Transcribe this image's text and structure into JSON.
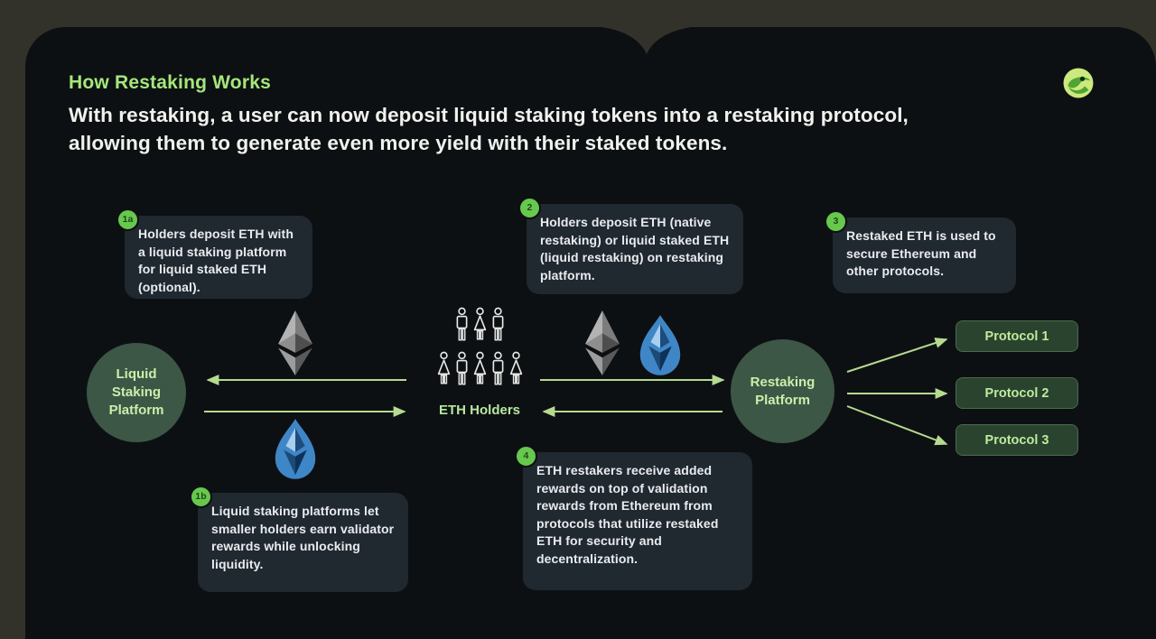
{
  "page": {
    "title": "How Restaking Works",
    "subtitle_lines": [
      "With restaking, a user can now deposit liquid staking tokens into a restaking protocol,",
      "allowing them to generate even more yield with their staked tokens."
    ]
  },
  "colors": {
    "outer_background": "#32322b",
    "card_background": "#0d1012",
    "callout_background": "#202830",
    "accent_green_title": "#a4e77c",
    "badge_green": "#67c84e",
    "node_circle_green": "#3d5746",
    "node_text_green": "#cdeeab",
    "arrow_green": "#b5da90",
    "protocol_box_green": "#2a432e",
    "eth_grey": "#8f8f8f",
    "liquid_eth_blue": "#3f86c7"
  },
  "callouts": [
    {
      "badge": "1a",
      "text": "Holders deposit ETH with a liquid staking platform for liquid staked ETH (optional)."
    },
    {
      "badge": "2",
      "text": "Holders deposit ETH (native restaking) or liquid staked ETH (liquid restaking)  on restaking platform."
    },
    {
      "badge": "3",
      "text": "Restaked ETH is used to secure Ethereum and other protocols."
    },
    {
      "badge": "1b",
      "text": "Liquid staking platforms let smaller holders earn validator rewards while unlocking liquidity."
    },
    {
      "badge": "4",
      "text": "ETH restakers receive added rewards on top of validation rewards from Ethereum from protocols that utilize restaked ETH for security and decentralization."
    }
  ],
  "nodes": {
    "liquid_staking_platform": "Liquid Staking Platform",
    "eth_holders": "ETH Holders",
    "restaking_platform": "Restaking Platform",
    "protocols": [
      "Protocol 1",
      "Protocol 2",
      "Protocol 3"
    ]
  },
  "icons": {
    "brand": "frog-logo",
    "eth": "ethereum-diamond-icon",
    "liquid_eth": "liquid-staked-eth-drop-icon",
    "holders": "people-group-icon"
  }
}
